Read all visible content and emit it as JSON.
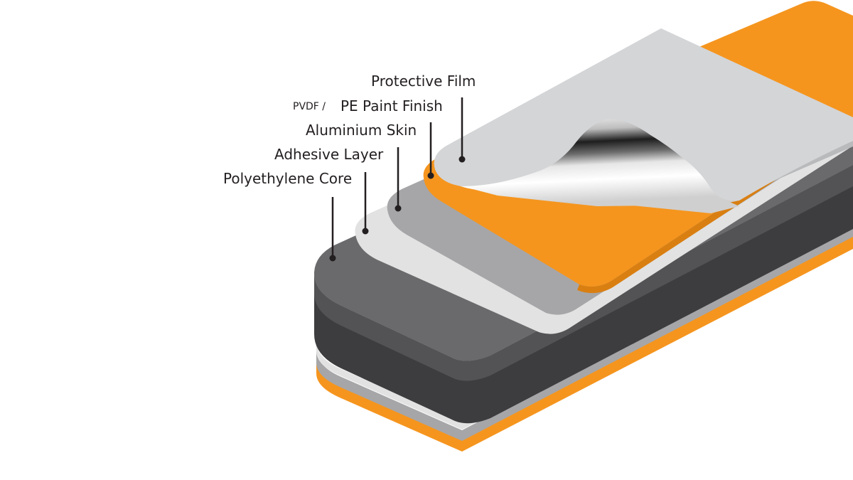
{
  "labels": {
    "protective_film": "Protective Film",
    "paint_prefix": "PVDF /",
    "paint_finish": "PE Paint Finish",
    "aluminium_skin": "Aluminium Skin",
    "adhesive_layer": "Adhesive Layer",
    "core": "Polyethylene Core"
  },
  "colors": {
    "core": "#3d3d3f",
    "core_top": "#6a6a6c",
    "adhesive": "#e2e2e2",
    "aluminium": "#a6a6a8",
    "paint": "#f5951e",
    "film": "#d4d5d7",
    "leader": "#231f20"
  }
}
